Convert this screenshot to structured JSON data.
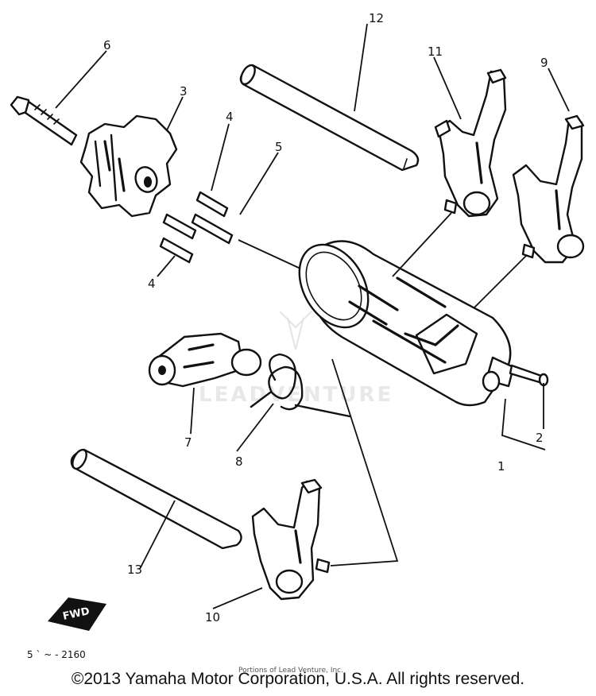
{
  "callouts": {
    "c1": "1",
    "c2": "2",
    "c3": "3",
    "c4a": "4",
    "c4b": "4",
    "c5": "5",
    "c6": "6",
    "c7": "7",
    "c8": "8",
    "c9": "9",
    "c10": "10",
    "c11": "11",
    "c12": "12",
    "c13": "13"
  },
  "fwd_tag": "FWD",
  "part_code": "5 ` ~ - 2160",
  "faint_caption": "Portions of Lead Venture, Inc.",
  "watermark": "LEADVENTURE",
  "copyright": "©2013 Yamaha Motor Corporation, U.S.A. All rights reserved."
}
